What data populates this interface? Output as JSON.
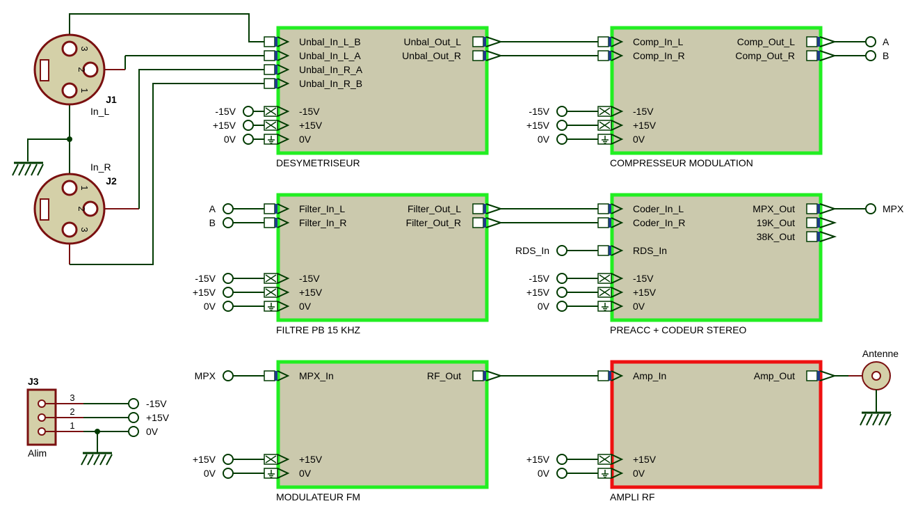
{
  "colors": {
    "wire": "#003a00",
    "connector": "#7a1010",
    "connector_fill": "#d4d0a8",
    "block_fill": "#cbc9ad",
    "block_border_ok": "#22ee22",
    "block_border_alert": "#ee1111",
    "pin_fill": "#ffffff",
    "pin_stripe": "#1e3a8a"
  },
  "connectors": [
    {
      "ref": "J1",
      "value": "In_L",
      "pins": [
        "3",
        "2",
        "1"
      ]
    },
    {
      "ref": "J2",
      "value": "In_R",
      "pins": [
        "1",
        "2",
        "3"
      ]
    },
    {
      "ref": "J3",
      "value": "Alim",
      "pins": [
        "3",
        "2",
        "1"
      ]
    }
  ],
  "blocks": [
    {
      "name": "DESYMETRISEUR",
      "status": "ok",
      "inputs": [
        "Unbal_In_L_B",
        "Unbal_In_L_A",
        "Unbal_In_R_A",
        "Unbal_In_R_B"
      ],
      "outputs": [
        "Unbal_Out_L",
        "Unbal_Out_R"
      ],
      "power": [
        "-15V",
        "+15V",
        "0V"
      ]
    },
    {
      "name": "COMPRESSEUR MODULATION",
      "status": "ok",
      "inputs": [
        "Comp_In_L",
        "Comp_In_R"
      ],
      "outputs": [
        "Comp_Out_L",
        "Comp_Out_R"
      ],
      "power": [
        "-15V",
        "+15V",
        "0V"
      ]
    },
    {
      "name": "FILTRE PB 15 KHZ",
      "status": "ok",
      "inputs": [
        "Filter_In_L",
        "Filter_In_R"
      ],
      "outputs": [
        "Filter_Out_L",
        "Filter_Out_R"
      ],
      "power": [
        "-15V",
        "+15V",
        "0V"
      ]
    },
    {
      "name": "PREACC + CODEUR STEREO",
      "status": "ok",
      "inputs": [
        "Coder_In_L",
        "Coder_In_R",
        "RDS_In"
      ],
      "outputs": [
        "MPX_Out",
        "19K_Out",
        "38K_Out"
      ],
      "power": [
        "-15V",
        "+15V",
        "0V"
      ]
    },
    {
      "name": "MODULATEUR FM",
      "status": "ok",
      "inputs": [
        "MPX_In"
      ],
      "outputs": [
        "RF_Out"
      ],
      "power": [
        "+15V",
        "0V"
      ]
    },
    {
      "name": "AMPLI RF",
      "status": "alert",
      "inputs": [
        "Amp_In"
      ],
      "outputs": [
        "Amp_Out"
      ],
      "power": [
        "+15V",
        "0V"
      ]
    }
  ],
  "terminals": {
    "comp_out": [
      "A",
      "B"
    ],
    "filter_in": [
      "A",
      "B"
    ],
    "mpx_out": "MPX",
    "rds_in": "RDS_In",
    "mod_in": "MPX",
    "antenna": "Antenne",
    "power_labels": [
      "-15V",
      "+15V",
      "0V"
    ],
    "alim_out": [
      "-15V",
      "+15V",
      "0V"
    ]
  }
}
